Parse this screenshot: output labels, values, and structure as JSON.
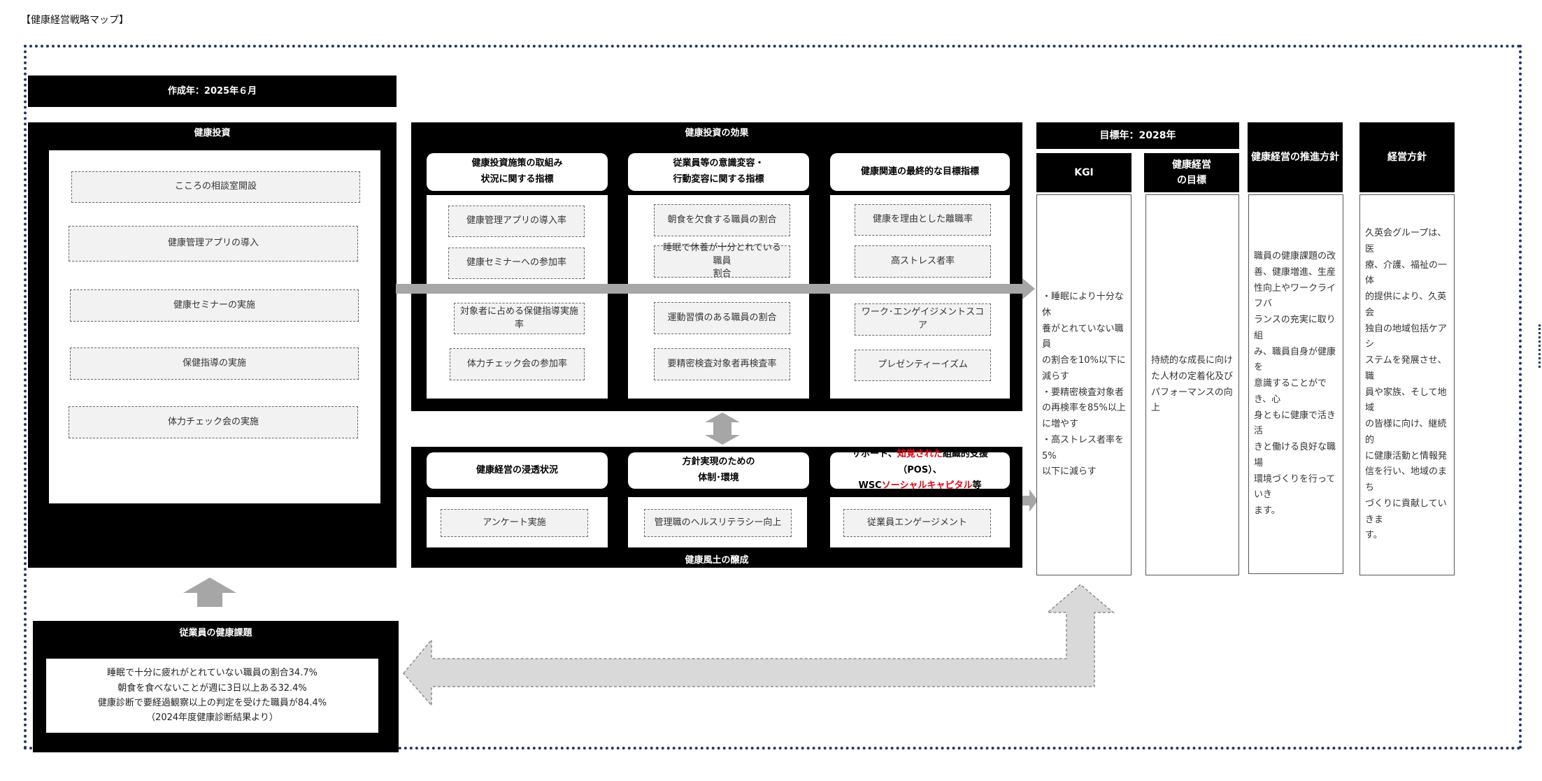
{
  "title": "【健康経営戦略マップ】",
  "created": "作成年：2025年６月",
  "target_year": "目標年：2028年",
  "investment": {
    "label": "健康投資",
    "items": [
      "こころの相談室開設",
      "健康管理アプリの導入",
      "健康セミナーの実施",
      "保健指導の実施",
      "体力チェック会の実施"
    ]
  },
  "effects": {
    "label": "健康投資の効果",
    "columns": [
      {
        "header": "健康投資施策の取組み\n状況に関する指標",
        "items": [
          "健康管理アプリの導入率",
          "健康セミナーへの参加率",
          "対象者に占める保健指導実施率",
          "体力チェック会の参加率"
        ]
      },
      {
        "header": "従業員等の意識変容・\n行動変容に関する指標",
        "items": [
          "朝食を欠食する職員の割合",
          "睡眠で休養が十分とれている職員\n割合",
          "運動習慣のある職員の割合",
          "要精密検査対象者再検査率"
        ]
      },
      {
        "header": "健康関連の最終的な目標指標",
        "items": [
          "健康を理由とした離職率",
          "高ストレス者率",
          "ワーク･エンゲイジメントスコア",
          "プレゼンティーイズム"
        ]
      }
    ]
  },
  "culture": {
    "label": "健康風土の醸成",
    "col1": {
      "header": "健康経営の浸透状況",
      "item": "アンケート実施"
    },
    "col2": {
      "header": "方針実現のための\n体制･環境",
      "item": "管理職のヘルスリテラシー向上"
    },
    "col3": {
      "h_a": "サポート、",
      "h_b": "知覚された",
      "h_c": "組織的支援（POS）、",
      "h_d": "WSC",
      "h_e": "ソーシャルキャピタル",
      "h_f": "等",
      "item": "従業員エンゲージメント"
    }
  },
  "kgi": {
    "header": "KGI",
    "text": "・睡眠により十分な休\n養がとれていない職員\nの割合を10%以下に\n減らす\n・要精密検査対象者\nの再検率を85%以上\nに増やす\n・高ストレス者率を5%\n以下に減らす"
  },
  "goal": {
    "header": "健康経営\nの目標",
    "text": "持続的な成長に向け\nた人材の定着化及び\nパフォーマンスの向上"
  },
  "policy": {
    "header": "健康経営の推進方針",
    "text": "職員の健康課題の改\n善、健康増進、生産\n性向上やワークライフバ\nランスの充実に取り組\nみ、職員自身が健康を\n意識することができ、心\n身ともに健康で活き活\nきと働ける良好な職場\n環境づくりを行っていき\nます。"
  },
  "mgmt": {
    "header": "経営方針",
    "text": "久英会グループは、医\n療、介護、福祉の一体\n的提供により、久英会\n独自の地域包括ケアシ\nステムを発展させ、職\n員や家族、そして地域\nの皆様に向け、継続的\nに健康活動と情報発\n信を行い、地域のまち\nづくりに貢献していきま\nす。"
  },
  "issues": {
    "label": "従業員の健康課題",
    "lines": [
      "睡眠で十分に疲れがとれていない職員の割合34.7%",
      "朝食を食べないことが週に3日以上ある32.4%",
      "健康診断で要経過観察以上の判定を受けた職員が84.4%",
      "（2024年度健康診断結果より）"
    ]
  },
  "colors": {
    "arrow_gray": "#a6a6a6",
    "light_gray": "#d9d9d9",
    "frame_dots": "#1f3864",
    "red": "#e60012"
  }
}
